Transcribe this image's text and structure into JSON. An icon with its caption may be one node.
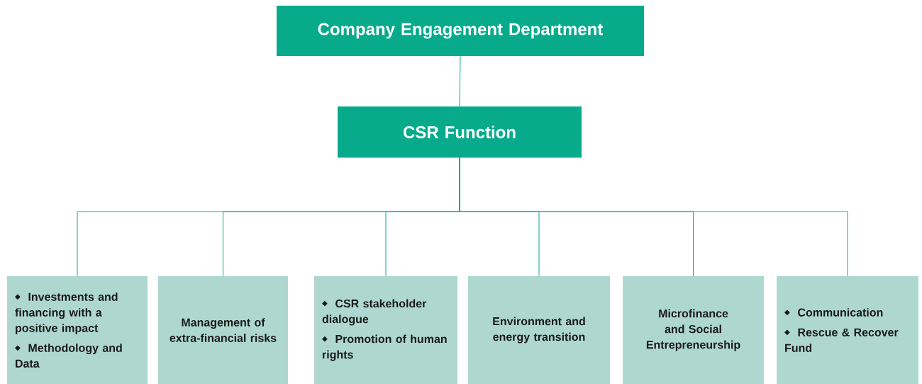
{
  "diagram": {
    "nodes": [
      {
        "text": [
          "Company Engagement Department"
        ]
      },
      {
        "text": [
          "CSR Function"
        ]
      },
      {
        "text": [
          "Investments and financing with a positive impact",
          "Methodology and Data"
        ]
      },
      {
        "text": [
          "Management of extra-financial risks"
        ]
      },
      {
        "text": [
          "CSR stakeholder dialogue",
          "Promotion of human rights"
        ]
      },
      {
        "text": [
          "Environment and energy transition"
        ]
      },
      {
        "text": [
          "Microfinance and Social Entrepreneurship"
        ]
      },
      {
        "text": [
          "Communication",
          "Rescue & Recover Fund"
        ]
      }
    ],
    "edges": [
      {
        "from": 0,
        "to": 1,
        "arrow": "none"
      },
      {
        "from": 1,
        "to": 2,
        "arrow": "none"
      },
      {
        "from": 1,
        "to": 3,
        "arrow": "none"
      },
      {
        "from": 1,
        "to": 4,
        "arrow": "none"
      },
      {
        "from": 1,
        "to": 5,
        "arrow": "none"
      },
      {
        "from": 1,
        "to": 6,
        "arrow": "none"
      },
      {
        "from": 1,
        "to": 7,
        "arrow": "none"
      }
    ]
  }
}
